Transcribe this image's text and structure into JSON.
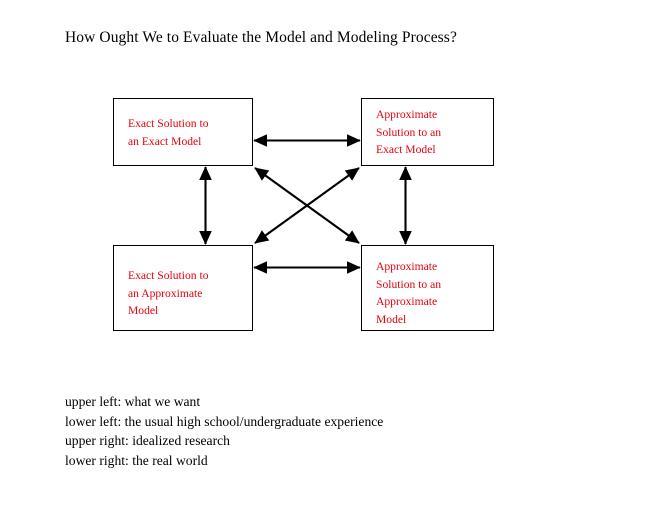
{
  "page": {
    "title": "How Ought We to Evaluate the Model and Modeling Process?",
    "background_color": "#ffffff",
    "text_color": "#000000",
    "box_text_color": "#e8000d"
  },
  "diagram": {
    "type": "2x2 matrix of linked concept boxes",
    "boxes": [
      {
        "id": "upper-left",
        "label": "Exact Solution to\nan Exact Model",
        "lines": [
          "Exact Solution to",
          "an Exact Model"
        ]
      },
      {
        "id": "upper-right",
        "label": "Approximate\nSolution to an\nExact Model",
        "lines": [
          "Approximate",
          "Solution to an",
          "Exact Model"
        ]
      },
      {
        "id": "lower-left",
        "label": "Exact Solution to\nan Approximate\nModel",
        "lines": [
          "Exact Solution to",
          "an Approximate",
          "Model"
        ]
      },
      {
        "id": "lower-right",
        "label": "Approximate\nSolution to an\nApproximate\nModel",
        "lines": [
          "Approximate",
          "Solution to an",
          "Approximate",
          "Model"
        ]
      }
    ],
    "connectors": [
      {
        "id": "top-horizontal",
        "from": "upper-left",
        "to": "upper-right",
        "style": "double-headed-arrow"
      },
      {
        "id": "bottom-horizontal",
        "from": "lower-left",
        "to": "lower-right",
        "style": "double-headed-arrow"
      },
      {
        "id": "left-vertical",
        "from": "upper-left",
        "to": "lower-left",
        "style": "double-headed-arrow"
      },
      {
        "id": "right-vertical",
        "from": "upper-right",
        "to": "lower-right",
        "style": "double-headed-arrow"
      },
      {
        "id": "diagonal-ul-br",
        "from": "upper-left",
        "to": "lower-right",
        "style": "double-headed-arrow"
      },
      {
        "id": "diagonal-bl-ur",
        "from": "lower-left",
        "to": "upper-right",
        "style": "double-headed-arrow"
      }
    ]
  },
  "caption": {
    "lines": [
      "upper left: what we want",
      "lower left: the usual high school/undergraduate experience",
      "upper right: idealized research",
      "lower right: the real world"
    ]
  }
}
